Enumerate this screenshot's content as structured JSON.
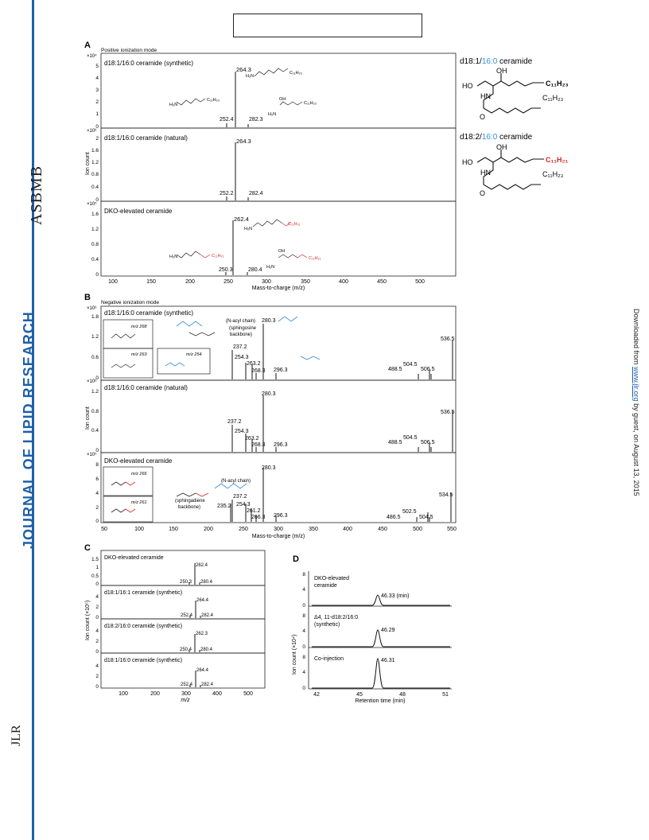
{
  "sidebar": {
    "journal_title": "JOURNAL OF LIPID RESEARCH",
    "publisher": "ASBMB",
    "logo_text": "JLR"
  },
  "download_note": {
    "prefix": "Downloaded from ",
    "link": "www.jlr.org",
    "suffix": " by guest, on August 13, 2015"
  },
  "colors": {
    "accent_blue": "#1f5fa8",
    "red": "#d62828",
    "chain_blue": "#3a8fd6"
  },
  "figure": {
    "panel_a": {
      "label": "A",
      "mode": "Positive ionization mode",
      "xlabel": "Mass-to-charge (m/z)",
      "ylabel": "Ion count",
      "xticks": [
        "100",
        "150",
        "200",
        "250",
        "300",
        "350",
        "400",
        "450",
        "500"
      ],
      "subplots": [
        {
          "exp": "×10⁴",
          "title": "d18:1/16:0 ceramide (synthetic)",
          "yticks": [
            "0",
            "1",
            "2",
            "3",
            "4",
            "5"
          ],
          "peaks": [
            {
              "label": "264.3"
            },
            {
              "label": "252.4"
            },
            {
              "label": "282.3"
            }
          ]
        },
        {
          "exp": "×10³",
          "title": "d18:1/16:0 ceramide (natural)",
          "yticks": [
            "0",
            "0.4",
            "0.8",
            "1.2",
            "1.6",
            "2"
          ],
          "peaks": [
            {
              "label": "264.3"
            },
            {
              "label": "252.2"
            },
            {
              "label": "282.4"
            }
          ]
        },
        {
          "exp": "×10⁵",
          "title": "DKO-elevated ceramide",
          "yticks": [
            "0",
            "0.4",
            "0.8",
            "1.2",
            "1.6"
          ],
          "peaks": [
            {
              "label": "262.4"
            },
            {
              "label": "250.3"
            },
            {
              "label": "280.4"
            }
          ]
        }
      ],
      "structures": [
        {
          "name_prefix": "d18:1/",
          "name_blue": "16:0",
          "name_suffix": " ceramide",
          "tail": "C₁₁H₂₃"
        },
        {
          "name_prefix": "d18:2/",
          "name_blue": "16:0",
          "name_suffix": " ceramide",
          "tail": "C₁₁H₂₁"
        }
      ]
    },
    "panel_b": {
      "label": "B",
      "mode": "Negative ionization mode",
      "xlabel": "Mass-to-charge (m/z)",
      "ylabel": "Ion count",
      "xticks": [
        "50",
        "100",
        "150",
        "200",
        "250",
        "300",
        "350",
        "400",
        "450",
        "500",
        "550"
      ],
      "subplots": [
        {
          "exp": "×10⁶",
          "title": "d18:1/16:0 ceramide (synthetic)",
          "yticks": [
            "0",
            "0.6",
            "1.2",
            "1.8"
          ],
          "notes": [
            "(N-acyl chain)",
            "(sphingosine",
            "backbone)"
          ],
          "boxes": [
            "m/z 268",
            "m/z 263",
            "m/z 254"
          ],
          "peaks": [
            {
              "label": "280.3"
            },
            {
              "label": "237.2"
            },
            {
              "label": "254.3"
            },
            {
              "label": "263.2"
            },
            {
              "label": "268.3"
            },
            {
              "label": "296.3"
            },
            {
              "label": "488.5"
            },
            {
              "label": "504.5"
            },
            {
              "label": "506.5"
            },
            {
              "label": "536.5"
            }
          ]
        },
        {
          "exp": "×10⁶",
          "title": "d18:1/16:0 ceramide (natural)",
          "yticks": [
            "0",
            "0.4",
            "0.8",
            "1.2"
          ],
          "peaks": [
            {
              "label": "280.3"
            },
            {
              "label": "237.2"
            },
            {
              "label": "254.3"
            },
            {
              "label": "263.2"
            },
            {
              "label": "268.3"
            },
            {
              "label": "296.3"
            },
            {
              "label": "488.5"
            },
            {
              "label": "504.5"
            },
            {
              "label": "506.5"
            },
            {
              "label": "536.5"
            }
          ]
        },
        {
          "exp": "×10⁵",
          "title": "DKO-elevated ceramide",
          "yticks": [
            "0",
            "2",
            "4",
            "6",
            "8"
          ],
          "notes": [
            "(N-acyl chain)",
            "(sphingadiene",
            "backbone)"
          ],
          "boxes": [
            "m/z 266",
            "m/z 261"
          ],
          "peaks": [
            {
              "label": "280.3"
            },
            {
              "label": "237.2"
            },
            {
              "label": "235.2"
            },
            {
              "label": "254.3"
            },
            {
              "label": "261.2"
            },
            {
              "label": "266.3"
            },
            {
              "label": "296.3"
            },
            {
              "label": "486.5"
            },
            {
              "label": "502.5"
            },
            {
              "label": "504.5"
            },
            {
              "label": "534.5"
            }
          ]
        }
      ]
    },
    "panel_c": {
      "label": "C",
      "xlabel": "m/z",
      "ylabel": "Ion count (×10⁵)",
      "xticks": [
        "100",
        "200",
        "300",
        "400",
        "500"
      ],
      "subplots": [
        {
          "title": "DKO-elevated ceramide",
          "yticks": [
            "0",
            "0.5",
            "1",
            "1.5"
          ],
          "peaks": [
            {
              "label": "262.4"
            },
            {
              "label": "250.3"
            },
            {
              "label": "280.4"
            }
          ]
        },
        {
          "title": "d18:1/16:1 ceramide (synthetic)",
          "yticks": [
            "0",
            "2",
            "4"
          ],
          "peaks": [
            {
              "label": "264.4"
            },
            {
              "label": "252.4"
            },
            {
              "label": "282.4"
            }
          ]
        },
        {
          "title": "d18:2/16:0 ceramide (synthetic)",
          "yticks": [
            "0",
            "2",
            "4"
          ],
          "peaks": [
            {
              "label": "262.3"
            },
            {
              "label": "250.4"
            },
            {
              "label": "280.4"
            }
          ]
        },
        {
          "title": "d18:1/16:0 ceramide (synthetic)",
          "yticks": [
            "0",
            "2",
            "4"
          ],
          "peaks": [
            {
              "label": "264.4"
            },
            {
              "label": "252.4"
            },
            {
              "label": "282.4"
            }
          ]
        }
      ]
    },
    "panel_d": {
      "label": "D",
      "xlabel": "Retention time (min)",
      "ylabel": "Ion count (×10⁴)",
      "xticks": [
        "42",
        "45",
        "48",
        "51"
      ],
      "subplots": [
        {
          "title": "DKO-elevated",
          "title2": "ceramide",
          "yticks": [
            "0",
            "4",
            "8"
          ],
          "peak_label": "46.33 (min)"
        },
        {
          "title": "Δ4, 11-d18:2/16:0",
          "title2": "(synthetic)",
          "yticks": [
            "0",
            "4",
            "8"
          ],
          "peak_label": "46.29"
        },
        {
          "title": "Co-injection",
          "title2": "",
          "yticks": [
            "0",
            "4",
            "8"
          ],
          "peak_label": "46.31"
        }
      ]
    }
  }
}
